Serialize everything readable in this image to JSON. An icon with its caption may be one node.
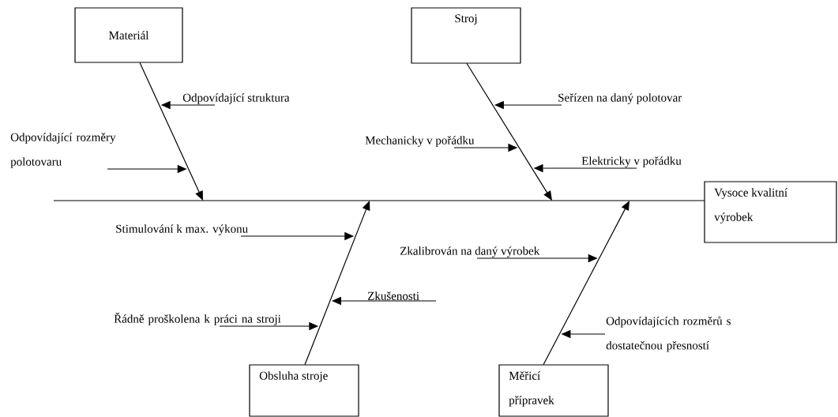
{
  "diagram": {
    "nodes": [
      {
        "text": [
          "Materiál"
        ]
      },
      {
        "text": [
          "Stroj"
        ]
      },
      {
        "text": [
          "Vysoce kvalitní výrobek"
        ]
      },
      {
        "text": [
          "Obsluha stroje"
        ]
      },
      {
        "text": [
          "Měřicí přípravek"
        ]
      },
      {
        "text": [
          "Odpovídající struktura"
        ]
      },
      {
        "text": [
          "Odpovídající rozměry polotovaru"
        ]
      },
      {
        "text": [
          "Seřízen na daný polotovar"
        ]
      },
      {
        "text": [
          "Mechanicky v pořádku"
        ]
      },
      {
        "text": [
          "Elektricky v pořádku"
        ]
      },
      {
        "text": [
          "Stimulování k max. výkonu"
        ]
      },
      {
        "text": [
          "Zkalibrován na daný výrobek"
        ]
      },
      {
        "text": [
          "Řádně proškolena k práci na stroji"
        ]
      },
      {
        "text": [
          "Zkušenosti"
        ]
      },
      {
        "text": [
          "Odpovídajících rozměrů s dostatečnou přesností"
        ]
      }
    ],
    "edges": [
      {
        "from": null,
        "to": 2,
        "arrow": "none"
      },
      {
        "from": 0,
        "to": null,
        "arrow": "to"
      },
      {
        "from": 1,
        "to": null,
        "arrow": "to"
      },
      {
        "from": 3,
        "to": null,
        "arrow": "to"
      },
      {
        "from": 4,
        "to": null,
        "arrow": "to"
      },
      {
        "from": 5,
        "to": null,
        "arrow": "to"
      },
      {
        "from": 6,
        "to": null,
        "arrow": "to"
      },
      {
        "from": 7,
        "to": null,
        "arrow": "to"
      },
      {
        "from": 8,
        "to": null,
        "arrow": "to"
      },
      {
        "from": 9,
        "to": null,
        "arrow": "to"
      },
      {
        "from": 10,
        "to": null,
        "arrow": "to"
      },
      {
        "from": 11,
        "to": null,
        "arrow": "to"
      },
      {
        "from": 12,
        "to": null,
        "arrow": "to"
      },
      {
        "from": 13,
        "to": null,
        "arrow": "to"
      },
      {
        "from": 14,
        "to": null,
        "arrow": "to"
      }
    ]
  }
}
